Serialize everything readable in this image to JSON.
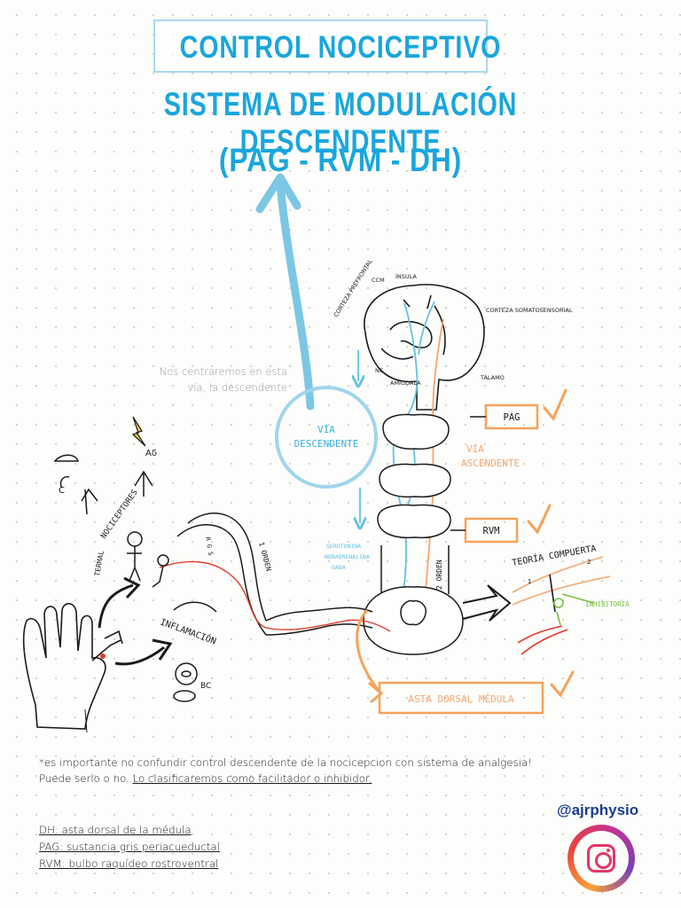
{
  "title": {
    "line1": "CONTROL NOCICEPTIVO",
    "line2": "SISTEMA DE MODULACIÓN DESCENDENTE",
    "line3": "(PAG - RVM - DH)"
  },
  "note": "Nos centraremos en esta vía, la descendente",
  "circle_label": {
    "line1": "VÍA",
    "line2": "DESCENDENTE"
  },
  "brain_labels": {
    "cortex_prefrontal": "CORTEZA PREFRONTAL",
    "ccm": "CCM",
    "insula": "ÍNSULA",
    "cortex_somato": "CORTEZA SOMATOSENSORIAL",
    "talamo": "TÁLAMO",
    "amigdala": "AMÍGDALA",
    "nc": "NC"
  },
  "boxes": {
    "pag": "PAG",
    "rvm": "RVM",
    "dh": "ASTA DORSAL MÉDULA"
  },
  "via_ascendente": {
    "line1": "VÍA",
    "line2": "ASCENDENTE"
  },
  "spine_side": {
    "line1": "SEROTONINA",
    "line2": "NORADRENALINA",
    "line3": "GABA"
  },
  "orden_2": "2 ORDEN",
  "orden_1": "1 ORDEN",
  "nociceptores": "NOCICEPTORES",
  "periferia": {
    "termal": "TERMAL",
    "ad": "Aδ",
    "c": "C",
    "rgs": "R G S",
    "inflamacion": "INFLAMACIÓN",
    "bc": "BC"
  },
  "teoria": {
    "title": "TEORÍA COMPUERTA",
    "one": "1",
    "two": "2",
    "inhibitoria": "INHIBITORIA"
  },
  "footer": {
    "line1": "*es importante no confundir control descendente de la nocicepcion con sistema de analgesia!",
    "line2a": "Puede serlo o no.",
    "line2b": "Lo clasificaremos como facilitador o inhibidor."
  },
  "glossary": {
    "dh": "DH: asta dorsal de la médula",
    "pag": "PAG: sustancia gris periacueductal",
    "rvm": "RVM: bulbo raquídeo rostroventral"
  },
  "social": {
    "handle": "@ajrphysio",
    "icon": "instagram-icon"
  },
  "colors": {
    "title_blue": "#1aa6dc",
    "descending_blue": "#63c2e2",
    "ascending_orange": "#f2a771",
    "check_orange": "#f5a25a",
    "green": "#7bc043",
    "red": "#e03a2a"
  }
}
